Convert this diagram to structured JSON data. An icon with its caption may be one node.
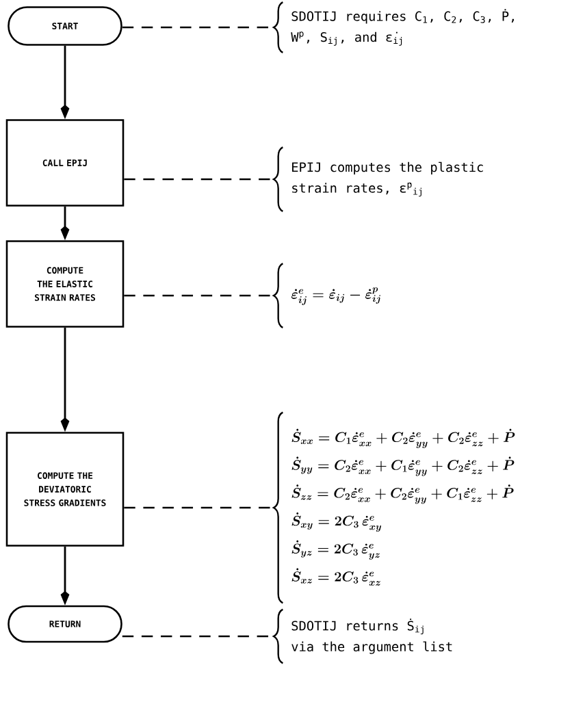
{
  "diagram": {
    "nodes": [
      {
        "text": [
          "START"
        ]
      },
      {
        "text": [
          "CALL EPIJ"
        ]
      },
      {
        "text": [
          "COMPUTE THE ELASTIC STRAIN RATES"
        ]
      },
      {
        "text": [
          "COMPUTE THE DEVIATORIC STRESS GRADIENTS"
        ]
      },
      {
        "text": [
          "RETURN"
        ]
      },
      {
        "text": [
          "SDOTIJ requires C$_{1}$, C$_{2}$, C$_{3}$, Ṗ, W$^{p}$, S$_{ij}$, and ε̇$_{ij}$"
        ]
      },
      {
        "text": [
          "EPIJ computes the plastic strain rates, ε̇$^{p}$$_{ij}$"
        ]
      },
      {
        "text": [
          "\\dot{\\varepsilon}^{e}_{ij} = \\dot{\\varepsilon}_{ij} - \\dot{\\varepsilon}^{p}_{ij}"
        ]
      },
      {
        "text": [
          "\\dot{S}_{xx} = C_{1}\\dot{\\varepsilon}^{e}_{xx} + C_{2}\\dot{\\varepsilon}^{e}_{yy} + C_{2}\\dot{\\varepsilon}^{e}_{zz} + \\dot{P}",
          "\\dot{S}_{yy} = C_{2}\\dot{\\varepsilon}^{e}_{xx} + C_{1}\\dot{\\varepsilon}^{e}_{yy} + C_{2}\\dot{\\varepsilon}^{e}_{zz} + \\dot{P}",
          "\\dot{S}_{zz} = C_{2}\\dot{\\varepsilon}^{e}_{xx} + C_{2}\\dot{\\varepsilon}^{e}_{yy} + C_{1}\\dot{\\varepsilon}^{e}_{zz} + \\dot{P}",
          "\\dot{S}_{xy} = 2C_{3}\\,\\dot{\\varepsilon}^{e}_{xy}",
          "\\dot{S}_{yz} = 2C_{3}\\,\\dot{\\varepsilon}^{e}_{yz}",
          "\\dot{S}_{xz} = 2C_{3}\\,\\dot{\\varepsilon}^{e}_{xz}"
        ]
      },
      {
        "text": [
          "SDOTIJ returns Ṡ$_{ij}$ via the argument list"
        ]
      }
    ],
    "edges": [
      {
        "from": 0,
        "to": 1,
        "arrow": "to"
      },
      {
        "from": 1,
        "to": 2,
        "arrow": "to"
      },
      {
        "from": 2,
        "to": 3,
        "arrow": "to"
      },
      {
        "from": 3,
        "to": 4,
        "arrow": "to"
      },
      {
        "from": 0,
        "to": 5,
        "arrow": "none",
        "style": "dashed"
      },
      {
        "from": 1,
        "to": 6,
        "arrow": "none",
        "style": "dashed"
      },
      {
        "from": 2,
        "to": 7,
        "arrow": "none",
        "style": "dashed"
      },
      {
        "from": 3,
        "to": 8,
        "arrow": "none",
        "style": "dashed"
      },
      {
        "from": 4,
        "to": 9,
        "arrow": "none",
        "style": "dashed"
      }
    ]
  }
}
